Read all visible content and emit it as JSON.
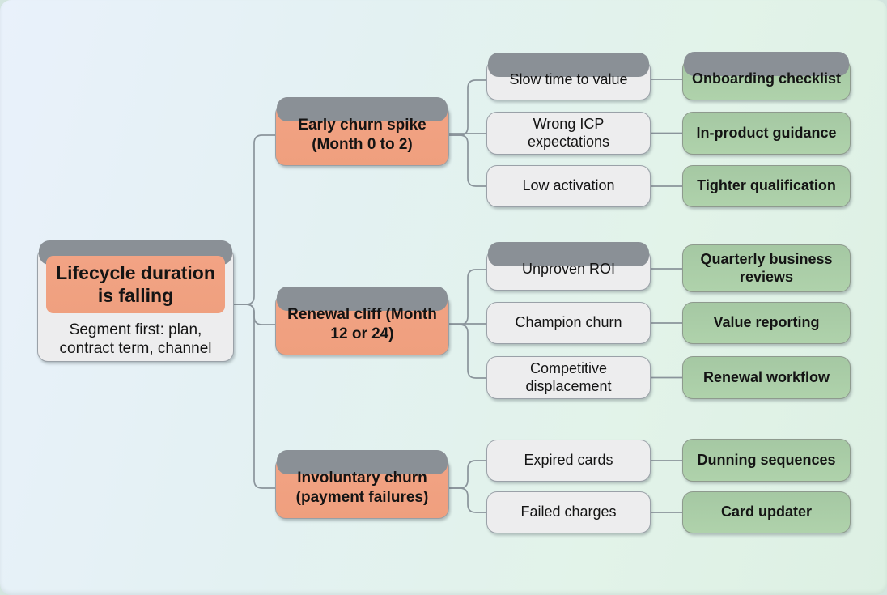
{
  "diagram": {
    "root": {
      "title": "Lifecycle duration is falling",
      "subtitle": "Segment first: plan, contract term, channel"
    },
    "groups": [
      {
        "branch": "Early churn spike (Month 0 to 2)",
        "rows": [
          {
            "cause": "Slow time to value",
            "fix": "Onboarding checklist"
          },
          {
            "cause": "Wrong ICP expectations",
            "fix": "In-product guidance"
          },
          {
            "cause": "Low activation",
            "fix": "Tighter qualification"
          }
        ]
      },
      {
        "branch": "Renewal cliff (Month 12 or 24)",
        "rows": [
          {
            "cause": "Unproven ROI",
            "fix": "Quarterly business reviews"
          },
          {
            "cause": "Champion churn",
            "fix": "Value reporting"
          },
          {
            "cause": "Competitive displacement",
            "fix": "Renewal workflow"
          }
        ]
      },
      {
        "branch": "Involuntary churn (payment failures)",
        "rows": [
          {
            "cause": "Expired cards",
            "fix": "Dunning sequences"
          },
          {
            "cause": "Failed charges",
            "fix": "Card updater"
          }
        ]
      }
    ],
    "colors": {
      "branch_fill": "#F1A283",
      "cause_fill": "#EDEDEE",
      "fix_fill": "#A8CBA8",
      "cap_gray": "#8A9096",
      "connector": "#8A949B",
      "background_left": "#E9F1FB",
      "background_right": "#DDF0E3",
      "text": "#141414"
    }
  }
}
